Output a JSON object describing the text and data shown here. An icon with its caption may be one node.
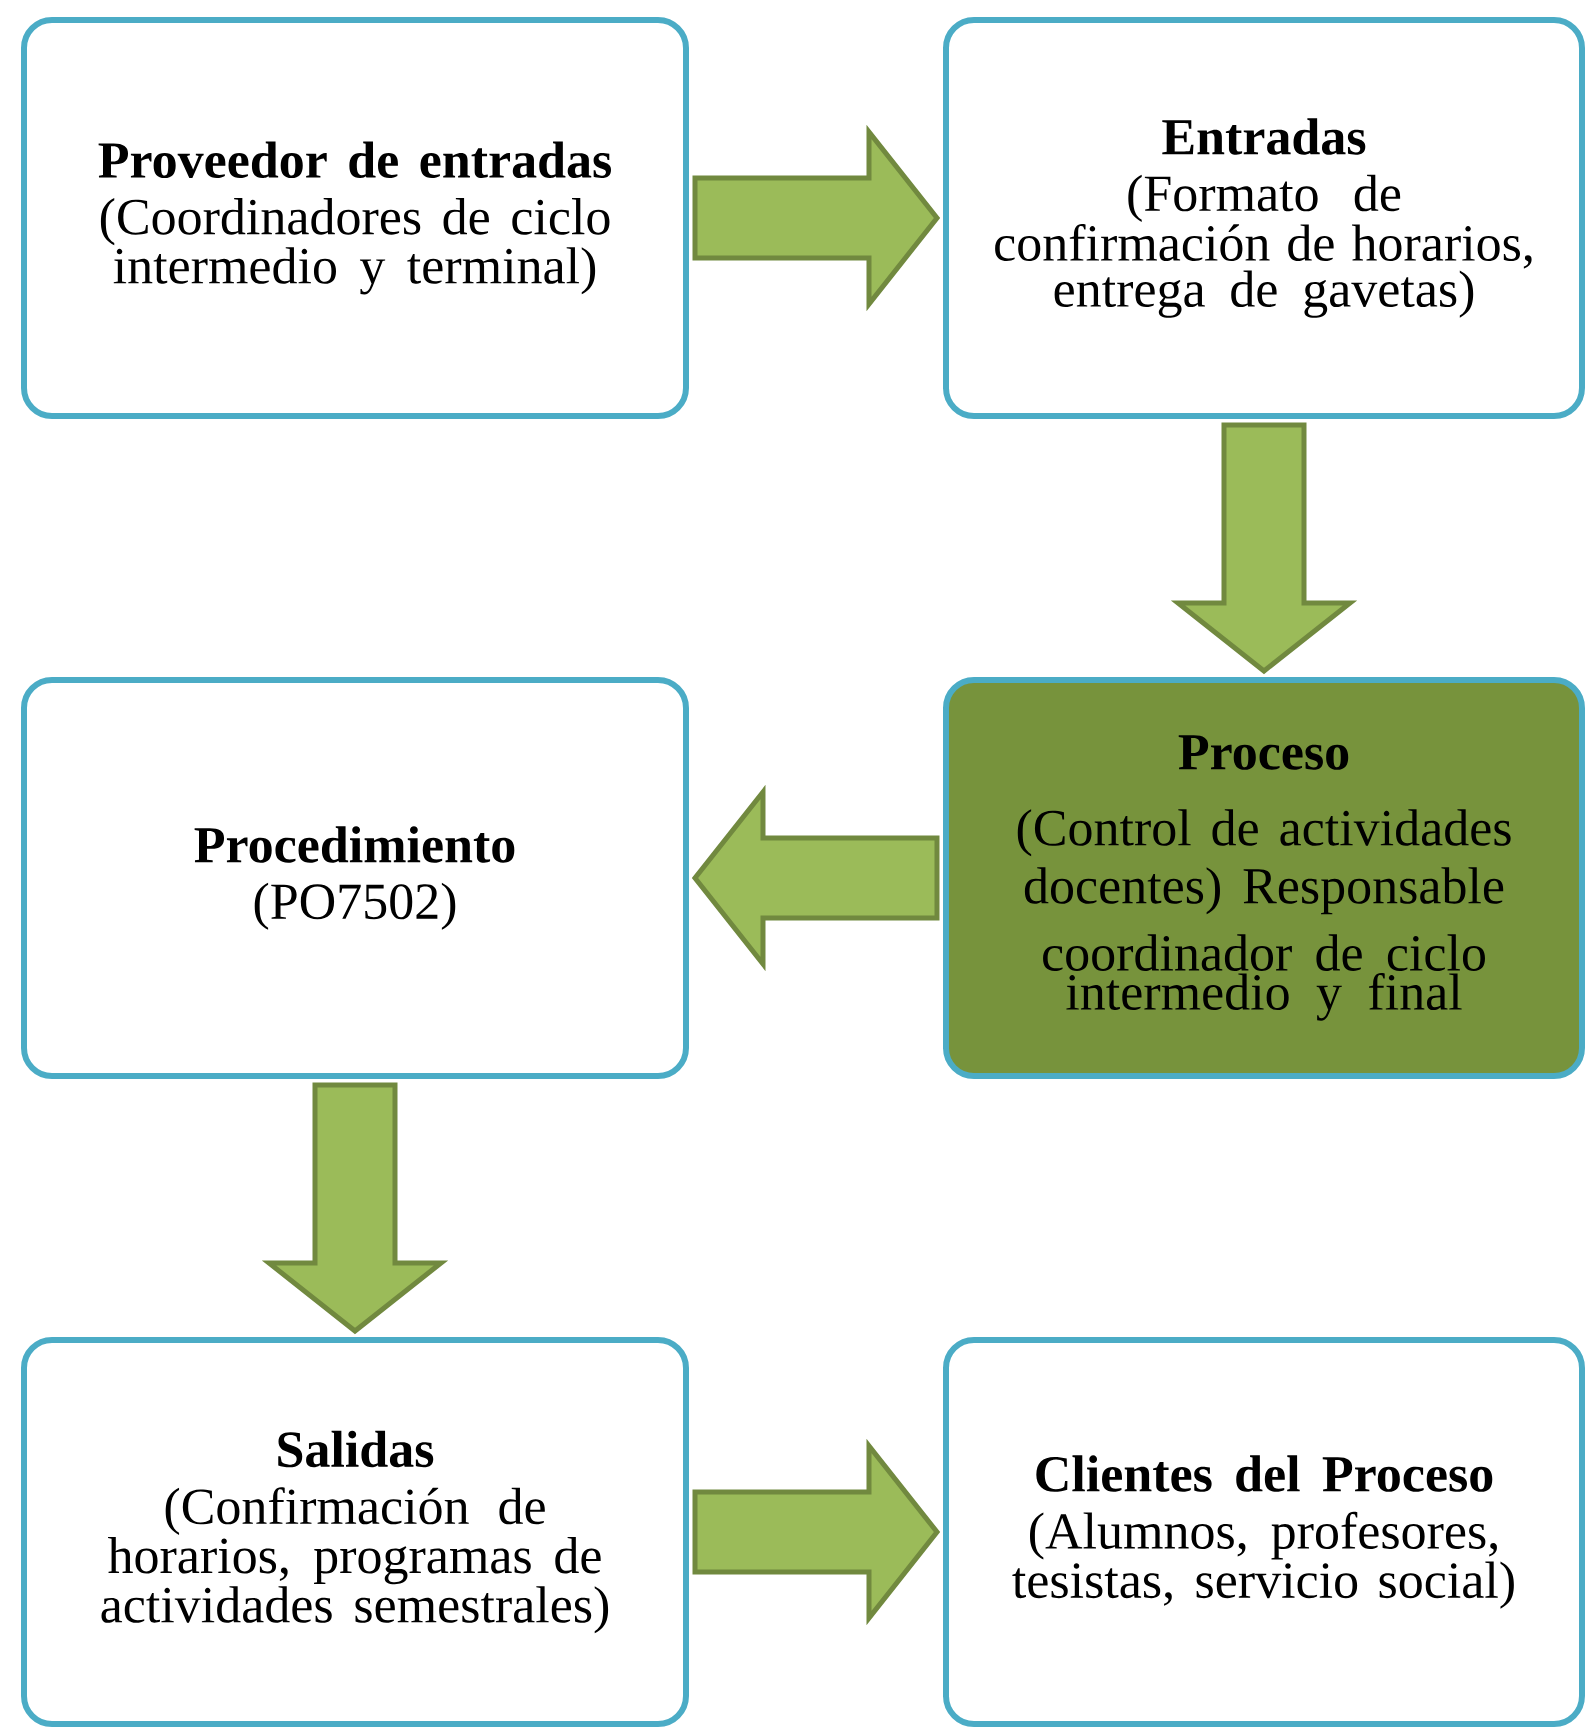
{
  "diagram": {
    "nodes": [
      {
        "text": [
          "Proveedor de entradas",
          "(Coordinadores de ciclo intermedio y terminal)"
        ]
      },
      {
        "text": [
          "Entradas",
          "(Formato de confirmación de horarios, entrega de gavetas)"
        ]
      },
      {
        "text": [
          "Proceso",
          "(Control de actividades docentes) Responsable",
          "coordinador de ciclo intermedio y final"
        ]
      },
      {
        "text": [
          "Procedimiento",
          "(PO7502)"
        ]
      },
      {
        "text": [
          "Salidas",
          "(Confirmación de horarios, programas de actividades semestrales)"
        ]
      },
      {
        "text": [
          "Clientes del Proceso",
          "(Alumnos, profesores, tesistas, servicio social)"
        ]
      }
    ],
    "edges": [
      {
        "from": 0,
        "to": 1,
        "arrow": "to"
      },
      {
        "from": 1,
        "to": 2,
        "arrow": "to"
      },
      {
        "from": 2,
        "to": 3,
        "arrow": "to"
      },
      {
        "from": 3,
        "to": 4,
        "arrow": "to"
      },
      {
        "from": 4,
        "to": 5,
        "arrow": "to"
      }
    ]
  }
}
